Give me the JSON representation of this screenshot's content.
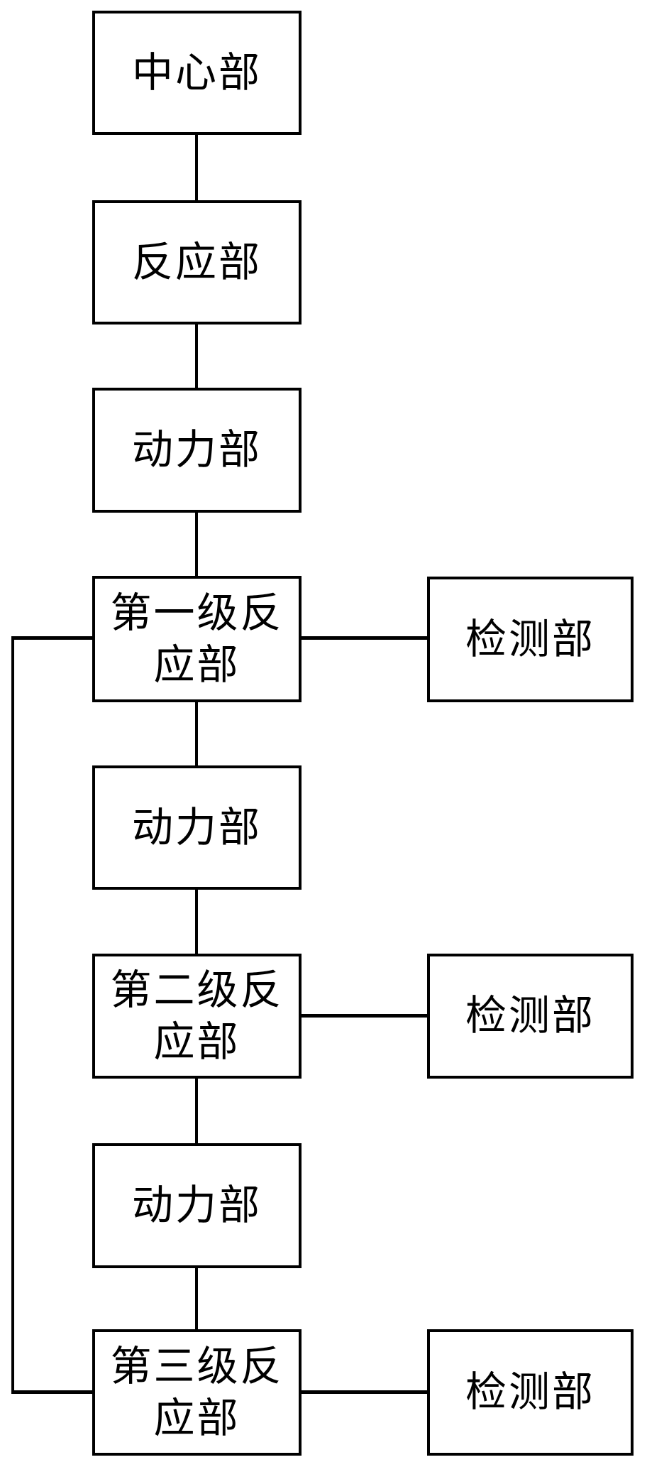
{
  "diagram": {
    "type": "flowchart",
    "colors": {
      "background": "#ffffff",
      "line": "#000000",
      "text": "#000000",
      "node_fill": "#ffffff"
    },
    "nodes": {
      "center": {
        "label": "中心部"
      },
      "reaction": {
        "label": "反应部"
      },
      "power1": {
        "label": "动力部"
      },
      "stage1": {
        "label": "第一级反\n应部"
      },
      "detect1": {
        "label": "检测部"
      },
      "power2": {
        "label": "动力部"
      },
      "stage2": {
        "label": "第二级反\n应部"
      },
      "detect2": {
        "label": "检测部"
      },
      "power3": {
        "label": "动力部"
      },
      "stage3": {
        "label": "第三级反\n应部"
      },
      "detect3": {
        "label": "检测部"
      }
    },
    "edges": [
      {
        "from": "center",
        "to": "reaction"
      },
      {
        "from": "reaction",
        "to": "power1"
      },
      {
        "from": "power1",
        "to": "stage1"
      },
      {
        "from": "stage1",
        "to": "detect1"
      },
      {
        "from": "stage1",
        "to": "power2"
      },
      {
        "from": "power2",
        "to": "stage2"
      },
      {
        "from": "stage2",
        "to": "detect2"
      },
      {
        "from": "stage2",
        "to": "power3"
      },
      {
        "from": "power3",
        "to": "stage3"
      },
      {
        "from": "stage3",
        "to": "detect3"
      },
      {
        "from": "stage1",
        "to": "stage3",
        "route": "left-feedback"
      }
    ]
  }
}
